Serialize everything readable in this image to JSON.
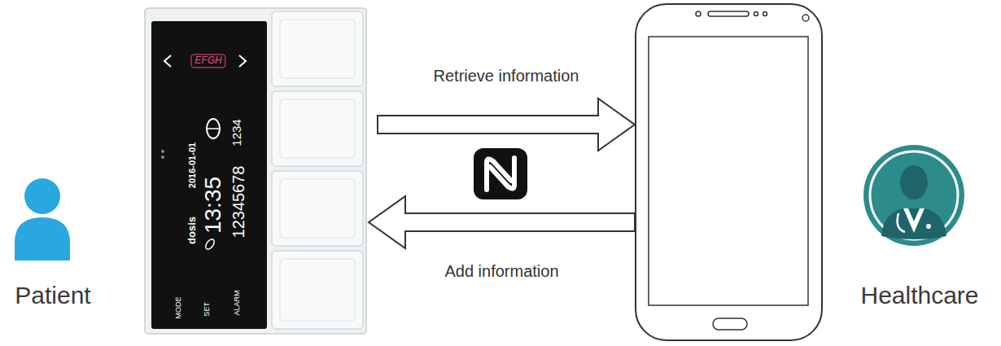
{
  "diagram": {
    "nodes": [
      {
        "text": [
          "Patient"
        ]
      },
      {
        "text": [
          "EFGH",
          "dosis",
          "2016-01-01",
          "13:35",
          "12345678",
          "1234",
          "MODE",
          "SET",
          "ALARM"
        ]
      },
      {
        "text": []
      },
      {
        "text": [
          "Healthcare"
        ]
      }
    ],
    "edges": [
      {
        "from": 1,
        "to": 2,
        "arrow": "to",
        "label": "Retrieve information"
      },
      {
        "from": 2,
        "to": 1,
        "arrow": "to",
        "label": "Add information"
      }
    ]
  }
}
